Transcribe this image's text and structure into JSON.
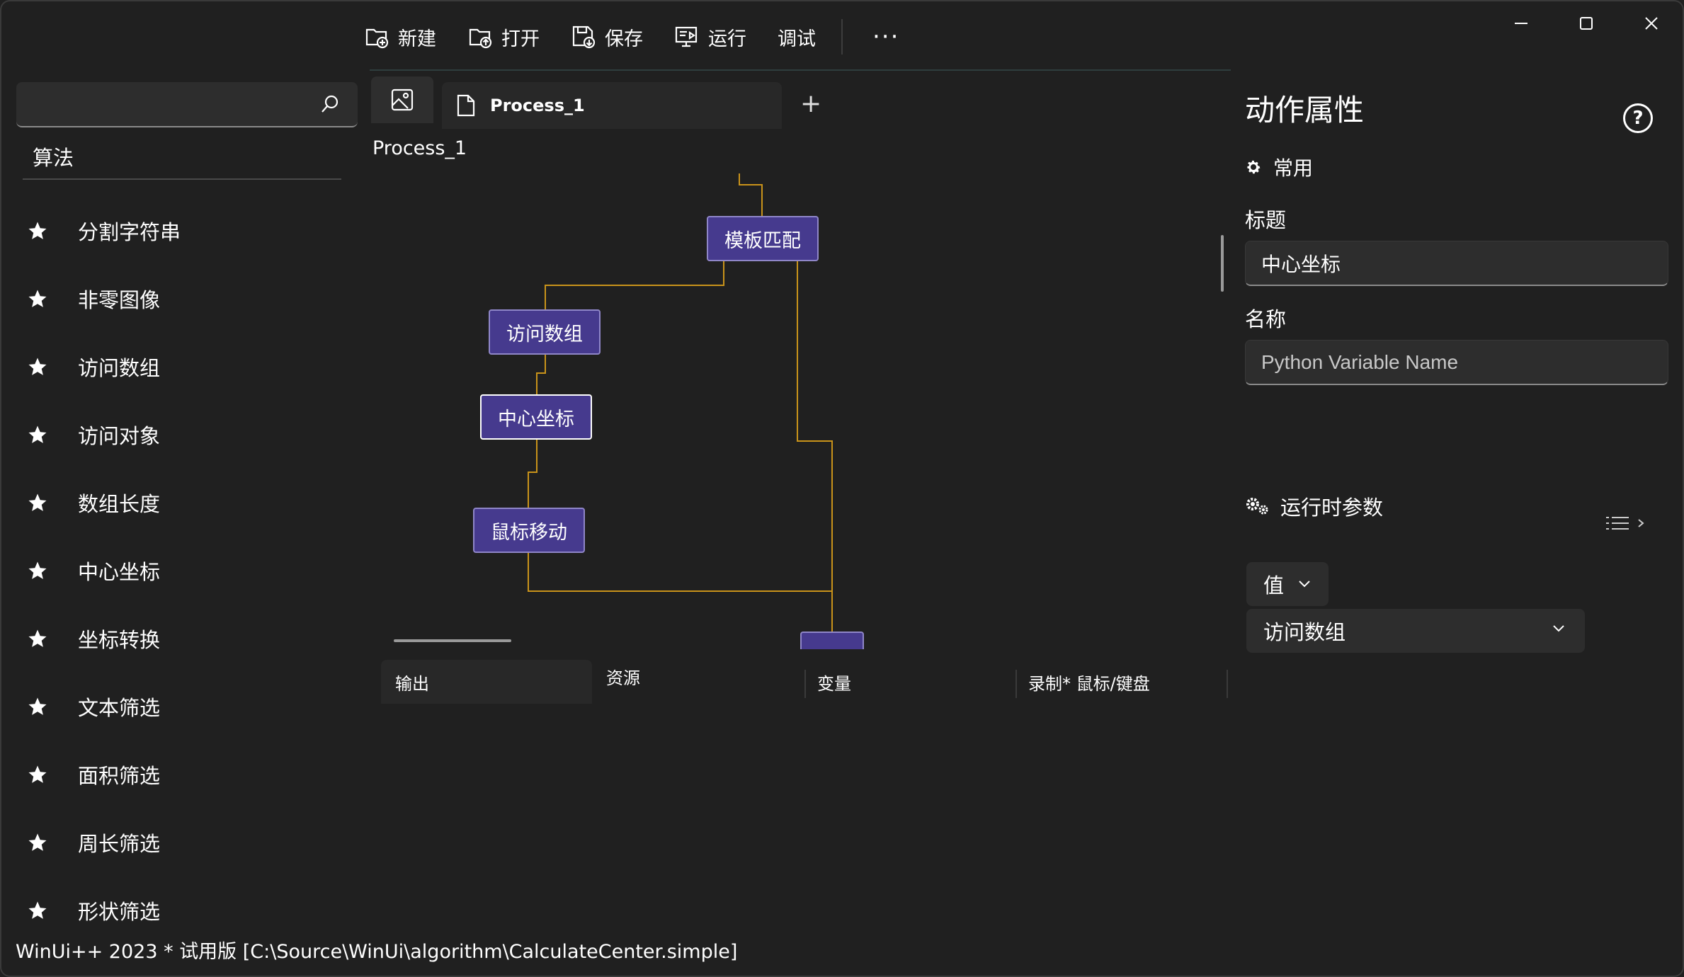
{
  "toolbar": {
    "new_label": "新建",
    "open_label": "打开",
    "save_label": "保存",
    "run_label": "运行",
    "debug_label": "调试",
    "more_label": "···"
  },
  "search": {
    "placeholder": "",
    "icon": "search-icon"
  },
  "sidebar": {
    "section_title": "算法",
    "items": [
      {
        "label": "分割字符串",
        "icon": "star-icon"
      },
      {
        "label": "非零图像",
        "icon": "star-icon"
      },
      {
        "label": "访问数组",
        "icon": "star-icon"
      },
      {
        "label": "访问对象",
        "icon": "star-icon"
      },
      {
        "label": "数组长度",
        "icon": "star-icon"
      },
      {
        "label": "中心坐标",
        "icon": "star-icon"
      },
      {
        "label": "坐标转换",
        "icon": "star-icon"
      },
      {
        "label": "文本筛选",
        "icon": "star-icon"
      },
      {
        "label": "面积筛选",
        "icon": "star-icon"
      },
      {
        "label": "周长筛选",
        "icon": "star-icon"
      },
      {
        "label": "形状筛选",
        "icon": "star-icon"
      }
    ]
  },
  "tabs": {
    "active_tab": "Process_1",
    "add_label": "+",
    "breadcrumb": "Process_1"
  },
  "flow": {
    "nodes": [
      {
        "id": "template-match",
        "label": "模板匹配"
      },
      {
        "id": "access-array",
        "label": "访问数组"
      },
      {
        "id": "center-coord",
        "label": "中心坐标",
        "selected": true
      },
      {
        "id": "mouse-move",
        "label": "鼠标移动"
      }
    ],
    "connector_color": "#d4a017",
    "node_color": "#463a8e"
  },
  "bottom_tabs": {
    "output": "输出",
    "resources": "资源",
    "variables": "变量",
    "record": "录制* 鼠标/键盘"
  },
  "status_bar": "WinUi++ 2023 * 试用版 [C:\\Source\\WinUi\\algorithm\\CalculateCenter.simple]",
  "properties": {
    "title": "动作属性",
    "help_label": "?",
    "common_section": "常用",
    "title_label": "标题",
    "title_value": "中心坐标",
    "name_label": "名称",
    "name_placeholder": "Python Variable Name",
    "runtime_section": "运行时参数",
    "value_dropdown": "值",
    "param_dropdown": "访问数组"
  }
}
